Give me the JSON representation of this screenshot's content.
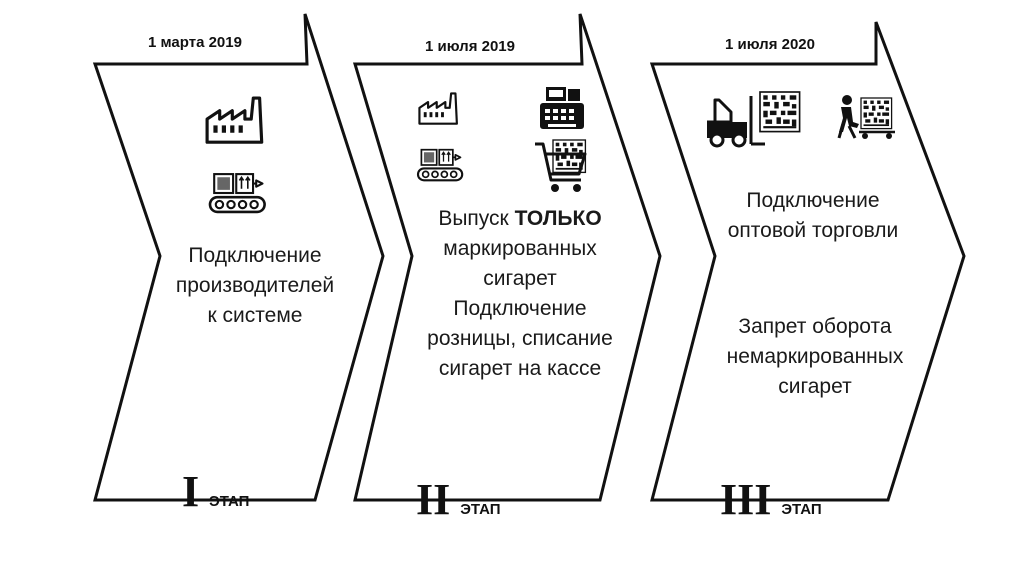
{
  "stages": [
    {
      "date": "1 марта 2019",
      "lines": [
        "Подключение",
        "производителей",
        "к системе"
      ],
      "roman": "I",
      "etap": "ЭТАП"
    },
    {
      "date": "1 июля 2019",
      "line1_prefix": "Выпуск ",
      "line1_bold": "ТОЛЬКО",
      "lines": [
        "маркированных",
        "сигарет",
        "Подключение",
        "розницы, списание",
        "сигарет на кассе"
      ],
      "roman": "II",
      "etap": "ЭТАП"
    },
    {
      "date": "1 июля 2020",
      "lines_top": [
        "Подключение",
        "оптовой торговли"
      ],
      "lines_bottom": [
        "Запрет оборота",
        "немаркированных",
        "сигарет"
      ],
      "roman": "III",
      "etap": "ЭТАП"
    }
  ],
  "icons": [
    "factory-icon",
    "conveyor-icon",
    "cash-register-icon",
    "shopping-cart-icon",
    "forklift-icon",
    "loader-worker-icon",
    "datamatrix-code-icon"
  ],
  "colors": {
    "stroke": "#111111",
    "background": "#ffffff"
  }
}
